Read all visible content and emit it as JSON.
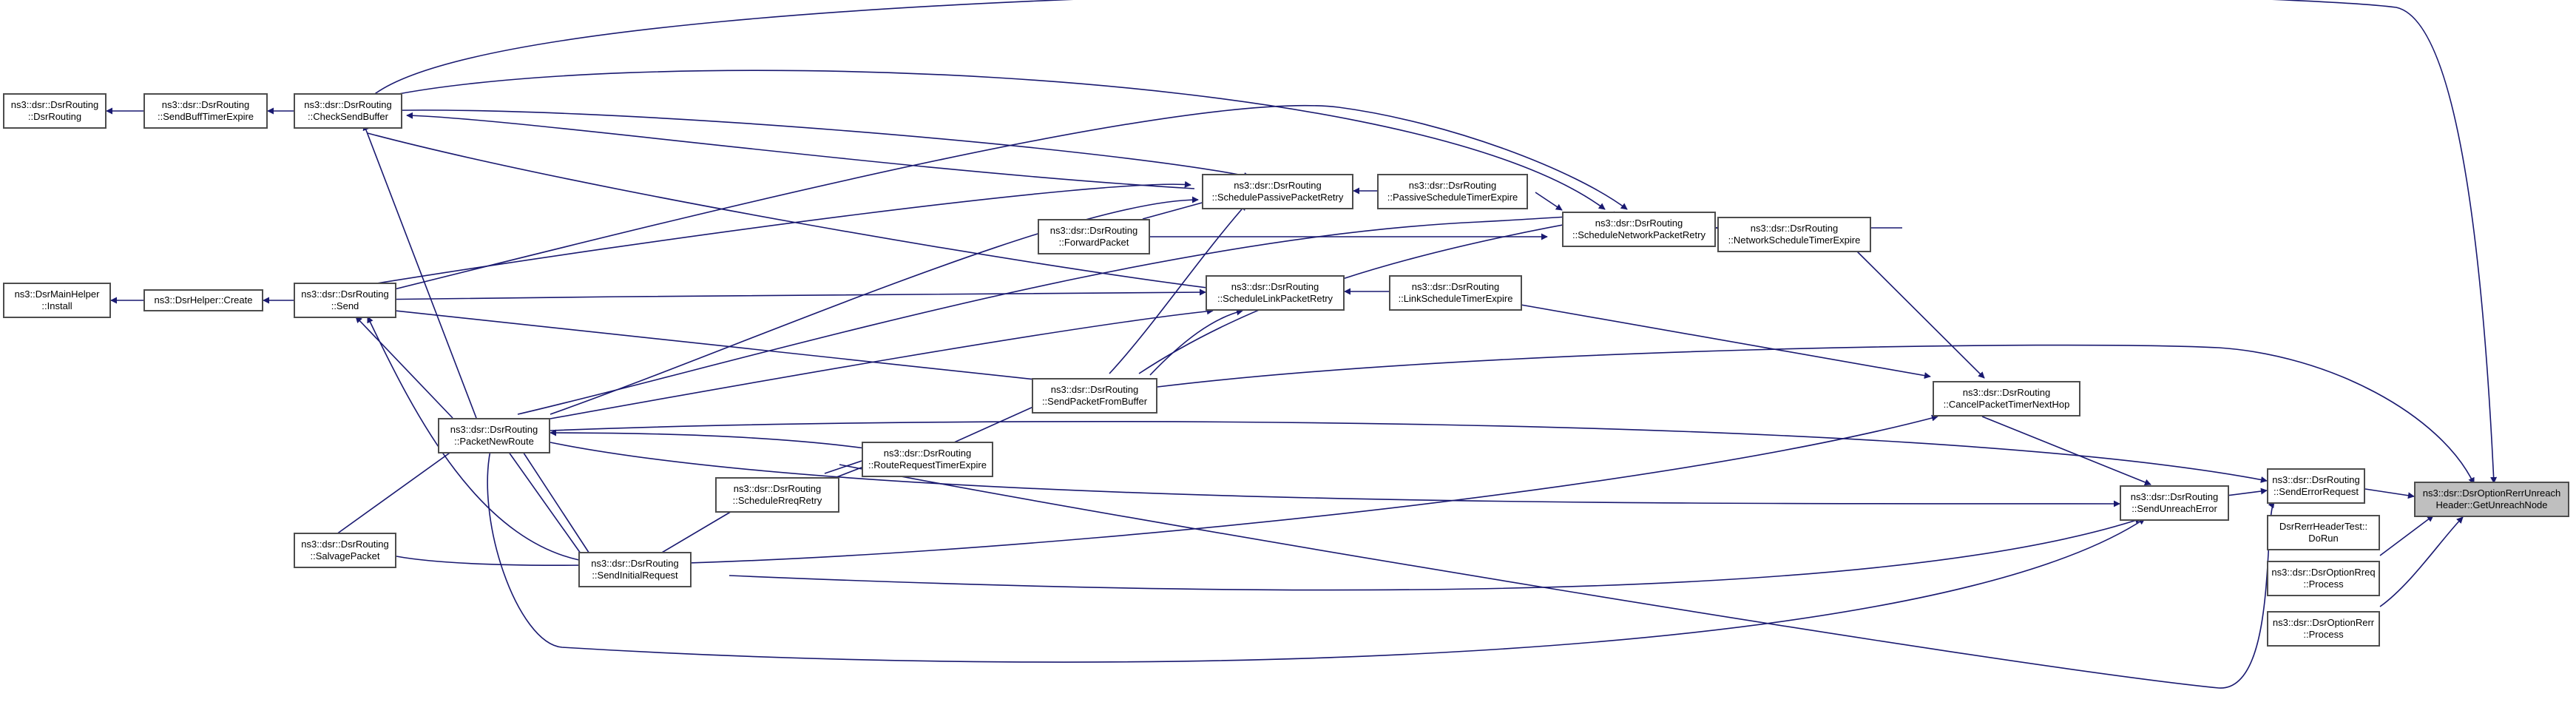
{
  "title": "Call graph — callers of ns3::dsr::DsrOptionRerrUnreachHeader::GetUnreachNode",
  "colors": {
    "edge": "#191970",
    "node_border": "#4d4d4d",
    "target_fill": "#bfbfbf",
    "node_fill": "#ffffff"
  },
  "nodes": {
    "getunreach": {
      "l1": "ns3::dsr::DsrOptionRerrUnreach",
      "l2": "Header::GetUnreachNode"
    },
    "senderror": {
      "l1": "ns3::dsr::DsrRouting",
      "l2": "::SendErrorRequest"
    },
    "rerrtest": {
      "l1": "DsrRerrHeaderTest::",
      "l2": "DoRun"
    },
    "rreqprocess": {
      "l1": "ns3::dsr::DsrOptionRreq",
      "l2": "::Process"
    },
    "rerrprocess": {
      "l1": "ns3::dsr::DsrOptionRerr",
      "l2": "::Process"
    },
    "sendunreach": {
      "l1": "ns3::dsr::DsrRouting",
      "l2": "::SendUnreachError"
    },
    "canceltimer": {
      "l1": "ns3::dsr::DsrRouting",
      "l2": "::CancelPacketTimerNextHop"
    },
    "netsched": {
      "l1": "ns3::dsr::DsrRouting",
      "l2": "::NetworkScheduleTimerExpire"
    },
    "schednet": {
      "l1": "ns3::dsr::DsrRouting",
      "l2": "::ScheduleNetworkPacketRetry"
    },
    "passsched": {
      "l1": "ns3::dsr::DsrRouting",
      "l2": "::PassiveScheduleTimerExpire"
    },
    "schedpass": {
      "l1": "ns3::dsr::DsrRouting",
      "l2": "::SchedulePassivePacketRetry"
    },
    "forward": {
      "l1": "ns3::dsr::DsrRouting",
      "l2": "::ForwardPacket"
    },
    "schedlink": {
      "l1": "ns3::dsr::DsrRouting",
      "l2": "::ScheduleLinkPacketRetry"
    },
    "linksched": {
      "l1": "ns3::dsr::DsrRouting",
      "l2": "::LinkScheduleTimerExpire"
    },
    "sendfrombuf": {
      "l1": "ns3::dsr::DsrRouting",
      "l2": "::SendPacketFromBuffer"
    },
    "rreqtimer": {
      "l1": "ns3::dsr::DsrRouting",
      "l2": "::RouteRequestTimerExpire"
    },
    "schedreq": {
      "l1": "ns3::dsr::DsrRouting",
      "l2": "::ScheduleRreqRetry"
    },
    "sendinitial": {
      "l1": "ns3::dsr::DsrRouting",
      "l2": "::SendInitialRequest"
    },
    "packetnewroute": {
      "l1": "ns3::dsr::DsrRouting",
      "l2": "::PacketNewRoute"
    },
    "salvage": {
      "l1": "ns3::dsr::DsrRouting",
      "l2": "::SalvagePacket"
    },
    "send": {
      "l1": "ns3::dsr::DsrRouting",
      "l2": "::Send"
    },
    "checksend": {
      "l1": "ns3::dsr::DsrRouting",
      "l2": "::CheckSendBuffer"
    },
    "sendbufftimer": {
      "l1": "ns3::dsr::DsrRouting",
      "l2": "::SendBuffTimerExpire"
    },
    "dsrrouting": {
      "l1": "ns3::dsr::DsrRouting",
      "l2": "::DsrRouting"
    },
    "helpercreate": {
      "l1": "ns3::DsrHelper::Create"
    },
    "mainhelper": {
      "l1": "ns3::DsrMainHelper",
      "l2": "::Install"
    }
  }
}
